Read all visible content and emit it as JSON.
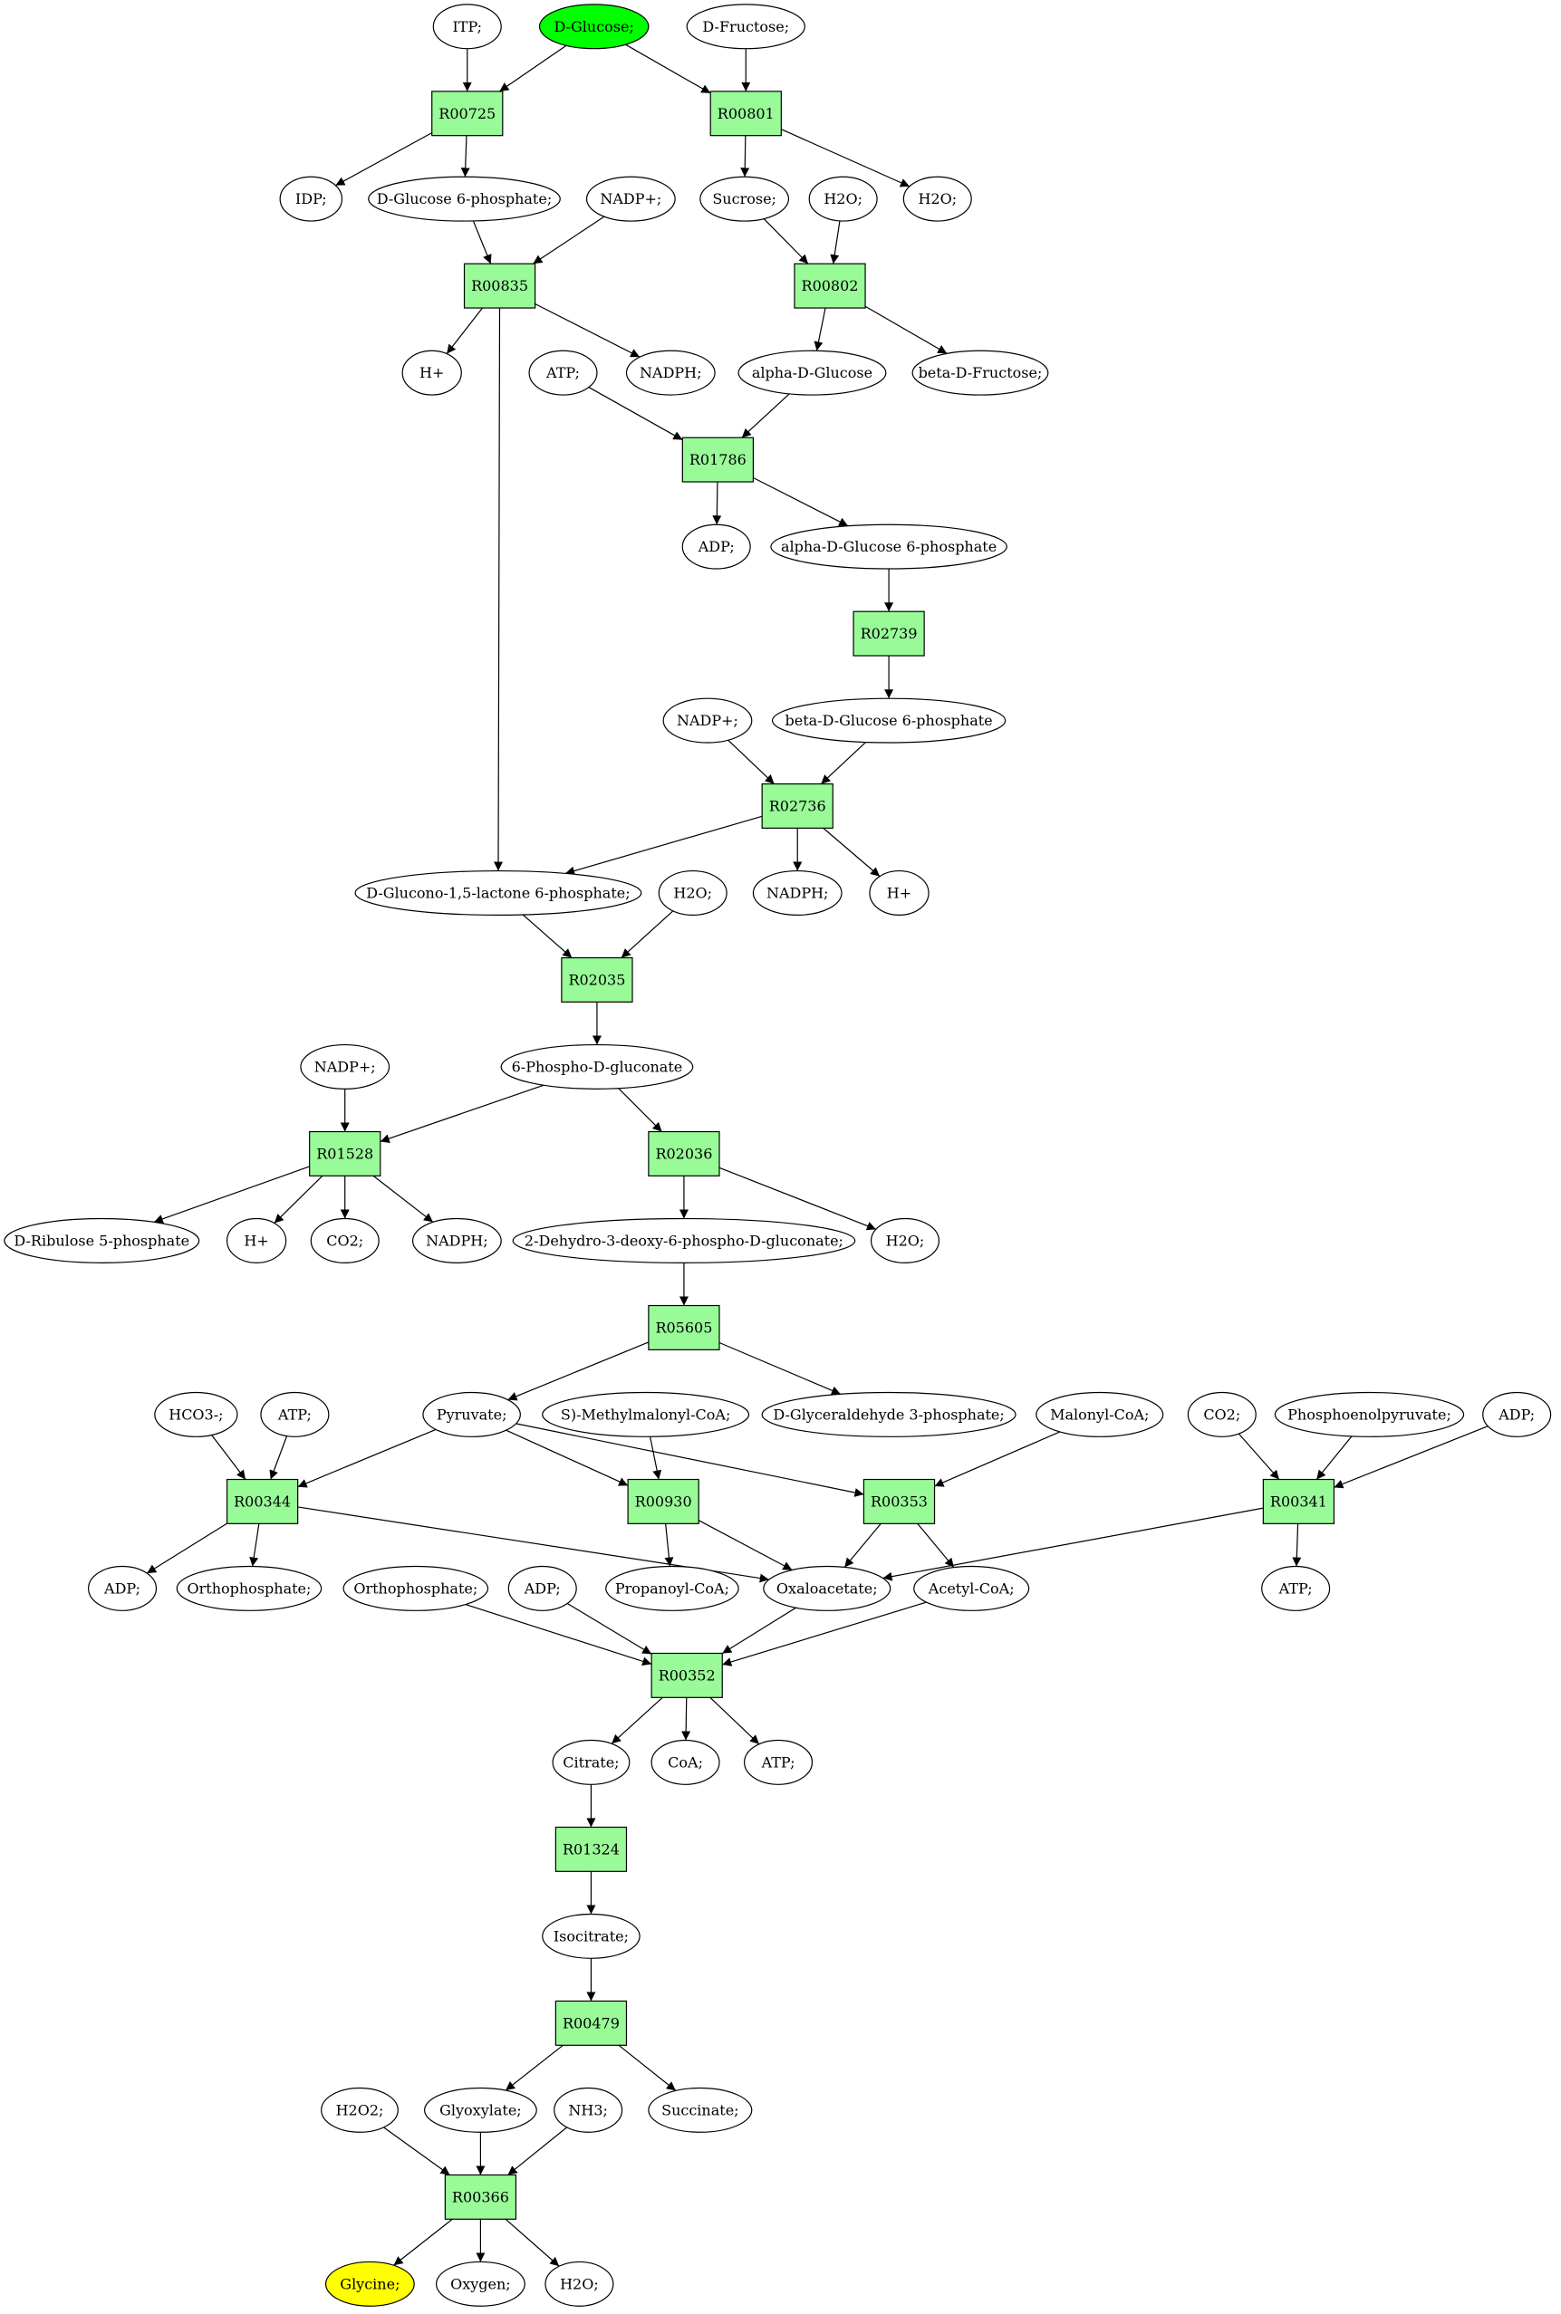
{
  "colors": {
    "reaction_fill": "#98fb98",
    "start_fill": "#00ff00",
    "end_fill": "#ffff00",
    "compound_fill": "#ffffff",
    "stroke": "#000000"
  },
  "compounds": [
    {
      "id": "itp",
      "label": "ITP;"
    },
    {
      "id": "d-glucose",
      "label": "D-Glucose;",
      "role": "start"
    },
    {
      "id": "d-fructose",
      "label": "D-Fructose;"
    },
    {
      "id": "idp",
      "label": "IDP;"
    },
    {
      "id": "d-glucose-6-phosphate",
      "label": "D-Glucose 6-phosphate;"
    },
    {
      "id": "nadp-1",
      "label": "NADP+;"
    },
    {
      "id": "sucrose",
      "label": "Sucrose;"
    },
    {
      "id": "h2o-1",
      "label": "H2O;"
    },
    {
      "id": "h2o-2",
      "label": "H2O;"
    },
    {
      "id": "h-1",
      "label": "H+"
    },
    {
      "id": "nadph-1",
      "label": "NADPH;"
    },
    {
      "id": "atp-1",
      "label": "ATP;"
    },
    {
      "id": "alpha-d-glucose",
      "label": "alpha-D-Glucose"
    },
    {
      "id": "beta-d-fructose",
      "label": "beta-D-Fructose;"
    },
    {
      "id": "adp-1",
      "label": "ADP;"
    },
    {
      "id": "alpha-d-glucose-6-phosphate",
      "label": "alpha-D-Glucose 6-phosphate"
    },
    {
      "id": "nadp-2",
      "label": "NADP+;"
    },
    {
      "id": "beta-d-glucose-6-phosphate",
      "label": "beta-D-Glucose 6-phosphate"
    },
    {
      "id": "d-glucono-lactone",
      "label": "D-Glucono-1,5-lactone 6-phosphate;"
    },
    {
      "id": "nadph-2",
      "label": "NADPH;"
    },
    {
      "id": "h-2",
      "label": "H+"
    },
    {
      "id": "h2o-3",
      "label": "H2O;"
    },
    {
      "id": "phospho-d-gluconate",
      "label": "6-Phospho-D-gluconate"
    },
    {
      "id": "nadp-3",
      "label": "NADP+;"
    },
    {
      "id": "d-ribulose-5-phosphate",
      "label": "D-Ribulose 5-phosphate"
    },
    {
      "id": "h-3",
      "label": "H+"
    },
    {
      "id": "co2-1",
      "label": "CO2;"
    },
    {
      "id": "nadph-3",
      "label": "NADPH;"
    },
    {
      "id": "dehydro-deoxy-phosphogluconate",
      "label": "2-Dehydro-3-deoxy-6-phospho-D-gluconate;"
    },
    {
      "id": "h2o-4",
      "label": "H2O;"
    },
    {
      "id": "hco3",
      "label": "HCO3-;"
    },
    {
      "id": "atp-2",
      "label": "ATP;"
    },
    {
      "id": "pyruvate",
      "label": "Pyruvate;"
    },
    {
      "id": "methylmalonyl-coa",
      "label": "S)-Methylmalonyl-CoA;"
    },
    {
      "id": "d-glyceraldehyde-3-phosphate",
      "label": "D-Glyceraldehyde 3-phosphate;"
    },
    {
      "id": "malonyl-coa",
      "label": "Malonyl-CoA;"
    },
    {
      "id": "co2-2",
      "label": "CO2;"
    },
    {
      "id": "phosphoenolpyruvate",
      "label": "Phosphoenolpyruvate;"
    },
    {
      "id": "adp-2",
      "label": "ADP;"
    },
    {
      "id": "adp-3",
      "label": "ADP;"
    },
    {
      "id": "orthophosphate-1",
      "label": "Orthophosphate;"
    },
    {
      "id": "orthophosphate-2",
      "label": "Orthophosphate;"
    },
    {
      "id": "adp-4",
      "label": "ADP;"
    },
    {
      "id": "propanoyl-coa",
      "label": "Propanoyl-CoA;"
    },
    {
      "id": "oxaloacetate",
      "label": "Oxaloacetate;"
    },
    {
      "id": "acetyl-coa",
      "label": "Acetyl-CoA;"
    },
    {
      "id": "atp-3",
      "label": "ATP;"
    },
    {
      "id": "citrate",
      "label": "Citrate;"
    },
    {
      "id": "coa",
      "label": "CoA;"
    },
    {
      "id": "atp-4",
      "label": "ATP;"
    },
    {
      "id": "isocitrate",
      "label": "Isocitrate;"
    },
    {
      "id": "h2o2",
      "label": "H2O2;"
    },
    {
      "id": "glyoxylate",
      "label": "Glyoxylate;"
    },
    {
      "id": "nh3",
      "label": "NH3;"
    },
    {
      "id": "succinate",
      "label": "Succinate;"
    },
    {
      "id": "glycine",
      "label": "Glycine;",
      "role": "end"
    },
    {
      "id": "oxygen",
      "label": "Oxygen;"
    },
    {
      "id": "h2o-5",
      "label": "H2O;"
    }
  ],
  "reactions": [
    {
      "id": "R00725",
      "label": "R00725"
    },
    {
      "id": "R00801",
      "label": "R00801"
    },
    {
      "id": "R00835",
      "label": "R00835"
    },
    {
      "id": "R00802",
      "label": "R00802"
    },
    {
      "id": "R01786",
      "label": "R01786"
    },
    {
      "id": "R02739",
      "label": "R02739"
    },
    {
      "id": "R02736",
      "label": "R02736"
    },
    {
      "id": "R02035",
      "label": "R02035"
    },
    {
      "id": "R01528",
      "label": "R01528"
    },
    {
      "id": "R02036",
      "label": "R02036"
    },
    {
      "id": "R05605",
      "label": "R05605"
    },
    {
      "id": "R00344",
      "label": "R00344"
    },
    {
      "id": "R00930",
      "label": "R00930"
    },
    {
      "id": "R00353",
      "label": "R00353"
    },
    {
      "id": "R00341",
      "label": "R00341"
    },
    {
      "id": "R00352",
      "label": "R00352"
    },
    {
      "id": "R01324",
      "label": "R01324"
    },
    {
      "id": "R00479",
      "label": "R00479"
    },
    {
      "id": "R00366",
      "label": "R00366"
    }
  ],
  "edges": [
    [
      "itp",
      "R00725"
    ],
    [
      "d-glucose",
      "R00725"
    ],
    [
      "d-glucose",
      "R00801"
    ],
    [
      "d-fructose",
      "R00801"
    ],
    [
      "R00725",
      "idp"
    ],
    [
      "R00725",
      "d-glucose-6-phosphate"
    ],
    [
      "R00801",
      "sucrose"
    ],
    [
      "R00801",
      "h2o-2"
    ],
    [
      "d-glucose-6-phosphate",
      "R00835"
    ],
    [
      "nadp-1",
      "R00835"
    ],
    [
      "sucrose",
      "R00802"
    ],
    [
      "h2o-1",
      "R00802"
    ],
    [
      "R00835",
      "h-1"
    ],
    [
      "R00835",
      "nadph-1"
    ],
    [
      "R00835",
      "d-glucono-lactone"
    ],
    [
      "R00802",
      "alpha-d-glucose"
    ],
    [
      "R00802",
      "beta-d-fructose"
    ],
    [
      "atp-1",
      "R01786"
    ],
    [
      "alpha-d-glucose",
      "R01786"
    ],
    [
      "R01786",
      "adp-1"
    ],
    [
      "R01786",
      "alpha-d-glucose-6-phosphate"
    ],
    [
      "alpha-d-glucose-6-phosphate",
      "R02739"
    ],
    [
      "R02739",
      "beta-d-glucose-6-phosphate"
    ],
    [
      "nadp-2",
      "R02736"
    ],
    [
      "beta-d-glucose-6-phosphate",
      "R02736"
    ],
    [
      "R02736",
      "d-glucono-lactone"
    ],
    [
      "R02736",
      "nadph-2"
    ],
    [
      "R02736",
      "h-2"
    ],
    [
      "d-glucono-lactone",
      "R02035"
    ],
    [
      "h2o-3",
      "R02035"
    ],
    [
      "R02035",
      "phospho-d-gluconate"
    ],
    [
      "nadp-3",
      "R01528"
    ],
    [
      "phospho-d-gluconate",
      "R01528"
    ],
    [
      "phospho-d-gluconate",
      "R02036"
    ],
    [
      "R01528",
      "d-ribulose-5-phosphate"
    ],
    [
      "R01528",
      "h-3"
    ],
    [
      "R01528",
      "co2-1"
    ],
    [
      "R01528",
      "nadph-3"
    ],
    [
      "R02036",
      "dehydro-deoxy-phosphogluconate"
    ],
    [
      "R02036",
      "h2o-4"
    ],
    [
      "dehydro-deoxy-phosphogluconate",
      "R05605"
    ],
    [
      "R05605",
      "pyruvate"
    ],
    [
      "R05605",
      "d-glyceraldehyde-3-phosphate"
    ],
    [
      "hco3",
      "R00344"
    ],
    [
      "atp-2",
      "R00344"
    ],
    [
      "pyruvate",
      "R00344"
    ],
    [
      "pyruvate",
      "R00930"
    ],
    [
      "methylmalonyl-coa",
      "R00930"
    ],
    [
      "pyruvate",
      "R00353"
    ],
    [
      "malonyl-coa",
      "R00353"
    ],
    [
      "co2-2",
      "R00341"
    ],
    [
      "phosphoenolpyruvate",
      "R00341"
    ],
    [
      "adp-2",
      "R00341"
    ],
    [
      "R00344",
      "adp-3"
    ],
    [
      "R00344",
      "orthophosphate-1"
    ],
    [
      "R00344",
      "oxaloacetate"
    ],
    [
      "R00930",
      "propanoyl-coa"
    ],
    [
      "R00930",
      "oxaloacetate"
    ],
    [
      "R00353",
      "oxaloacetate"
    ],
    [
      "R00353",
      "acetyl-coa"
    ],
    [
      "R00341",
      "oxaloacetate"
    ],
    [
      "R00341",
      "atp-3"
    ],
    [
      "orthophosphate-2",
      "R00352"
    ],
    [
      "adp-4",
      "R00352"
    ],
    [
      "oxaloacetate",
      "R00352"
    ],
    [
      "acetyl-coa",
      "R00352"
    ],
    [
      "R00352",
      "citrate"
    ],
    [
      "R00352",
      "coa"
    ],
    [
      "R00352",
      "atp-4"
    ],
    [
      "citrate",
      "R01324"
    ],
    [
      "R01324",
      "isocitrate"
    ],
    [
      "isocitrate",
      "R00479"
    ],
    [
      "R00479",
      "glyoxylate"
    ],
    [
      "R00479",
      "succinate"
    ],
    [
      "h2o2",
      "R00366"
    ],
    [
      "glyoxylate",
      "R00366"
    ],
    [
      "nh3",
      "R00366"
    ],
    [
      "R00366",
      "glycine"
    ],
    [
      "R00366",
      "oxygen"
    ],
    [
      "R00366",
      "h2o-5"
    ]
  ]
}
